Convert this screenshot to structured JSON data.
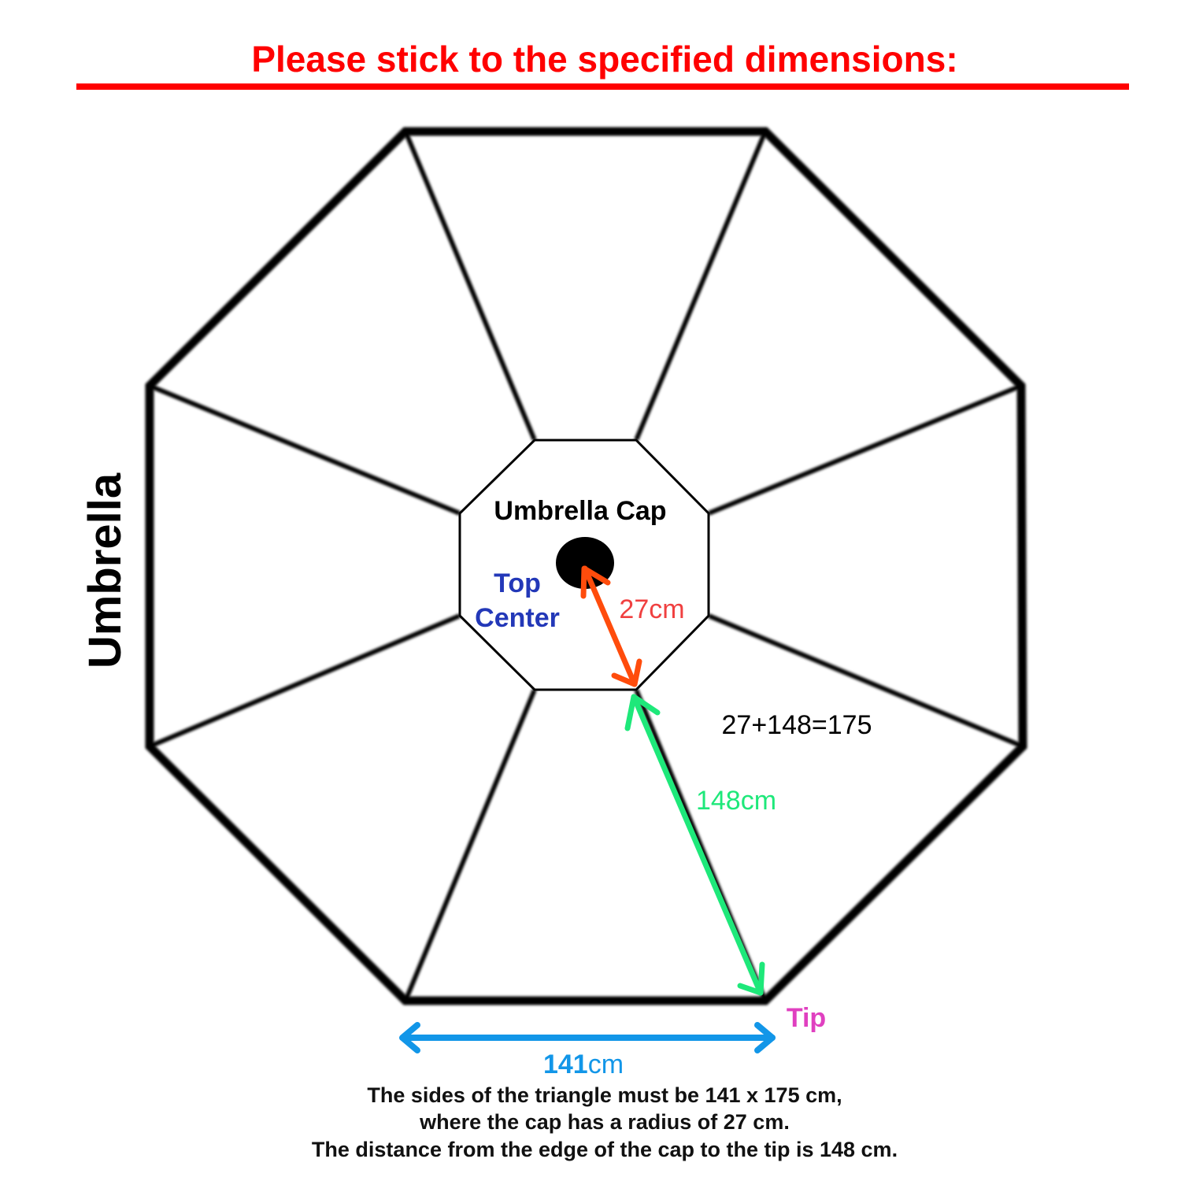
{
  "heading": "Please stick to the specified dimensions:",
  "side_label": "Umbrella",
  "cap_label": "Umbrella Cap",
  "top_center_label": {
    "line1": "Top",
    "line2": "Center"
  },
  "dimensions": {
    "cap_radius": "27cm",
    "edge_to_tip": "148cm",
    "sum_text": "27+148=175",
    "base_value": "141",
    "base_unit": "cm"
  },
  "tip_label": "Tip",
  "notes": [
    "The sides of the triangle must be 141 x 175 cm,",
    "where the cap has a radius of 27 cm.",
    "The distance from the edge of the cap to the tip is 148 cm."
  ],
  "colors": {
    "heading": "#ff0000",
    "outline": "#000000",
    "cap_radius_arrow": "#ff4c0c",
    "cap_radius_text": "#f04040",
    "edge_arrow": "#1ee87a",
    "base_arrow": "#1296e8",
    "top_center_text": "#2338b8",
    "tip_text": "#e040c0"
  }
}
